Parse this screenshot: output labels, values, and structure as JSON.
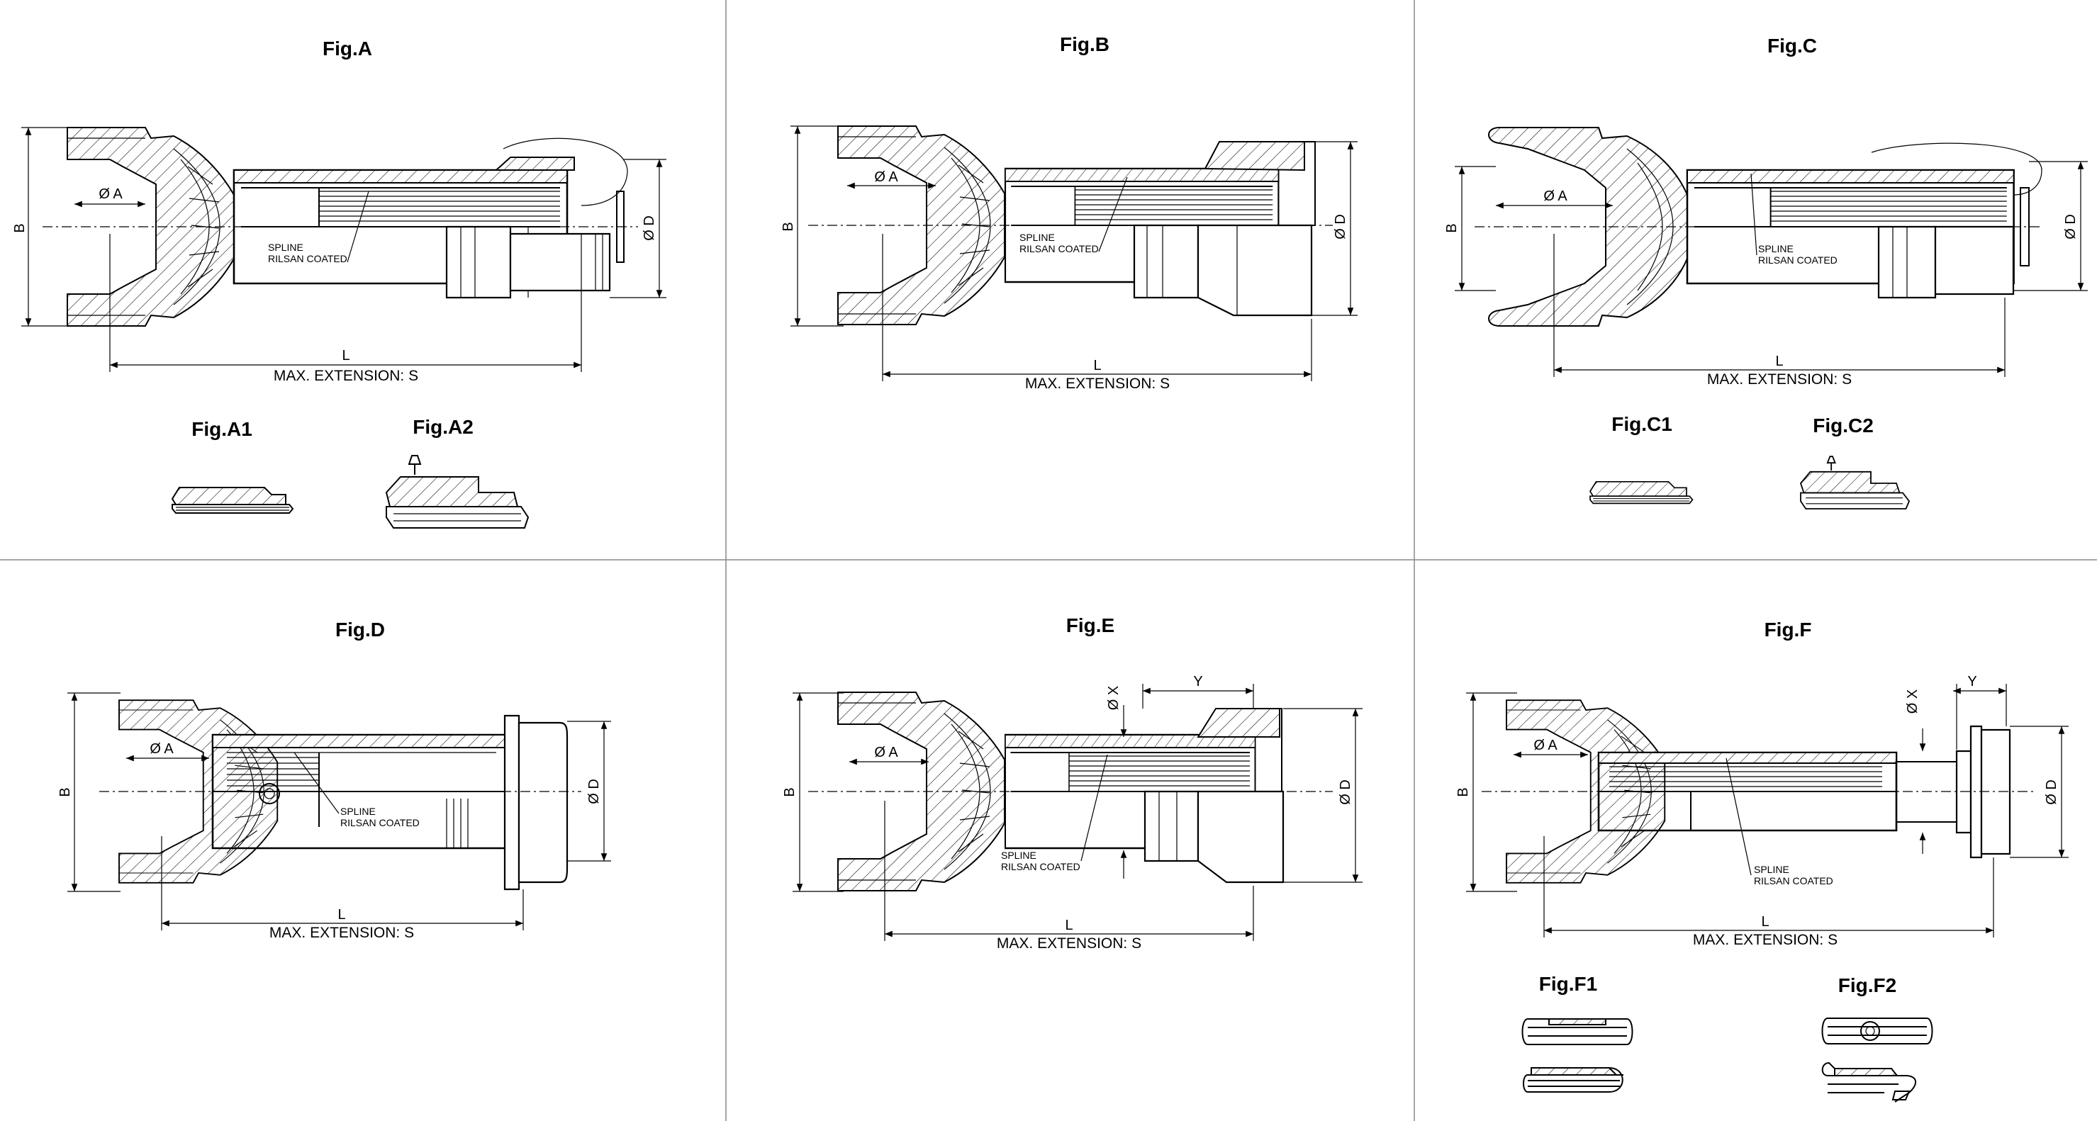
{
  "figures": {
    "A": {
      "title": "Fig.A",
      "dim_a": "Ø A",
      "dim_b": "B",
      "dim_d": "Ø D",
      "dim_l": "L",
      "extension": "MAX. EXTENSION: S",
      "spline_1": "SPLINE",
      "spline_2": "RILSAN COATED"
    },
    "B": {
      "title": "Fig.B",
      "dim_a": "Ø A",
      "dim_b": "B",
      "dim_d": "Ø D",
      "dim_l": "L",
      "extension": "MAX. EXTENSION: S",
      "spline_1": "SPLINE",
      "spline_2": "RILSAN COATED"
    },
    "C": {
      "title": "Fig.C",
      "dim_a": "Ø A",
      "dim_b": "B",
      "dim_d": "Ø D",
      "dim_l": "L",
      "extension": "MAX. EXTENSION: S",
      "spline_1": "SPLINE",
      "spline_2": "RILSAN COATED"
    },
    "D": {
      "title": "Fig.D",
      "dim_a": "Ø A",
      "dim_b": "B",
      "dim_d": "Ø D",
      "dim_l": "L",
      "extension": "MAX. EXTENSION: S",
      "spline_1": "SPLINE",
      "spline_2": "RILSAN COATED"
    },
    "E": {
      "title": "Fig.E",
      "dim_a": "Ø A",
      "dim_b": "B",
      "dim_d": "Ø D",
      "dim_x": "Ø X",
      "dim_y": "Y",
      "dim_l": "L",
      "extension": "MAX. EXTENSION: S",
      "spline_1": "SPLINE",
      "spline_2": "RILSAN COATED"
    },
    "F": {
      "title": "Fig.F",
      "dim_a": "Ø A",
      "dim_b": "B",
      "dim_d": "Ø D",
      "dim_x": "Ø X",
      "dim_y": "Y",
      "dim_l": "L",
      "extension": "MAX. EXTENSION: S",
      "spline_1": "SPLINE",
      "spline_2": "RILSAN COATED"
    }
  },
  "subfigures": {
    "A1": "Fig.A1",
    "A2": "Fig.A2",
    "C1": "Fig.C1",
    "C2": "Fig.C2",
    "F1": "Fig.F1",
    "F2": "Fig.F2"
  },
  "colors": {
    "line": "#000000",
    "background": "#ffffff",
    "grid": "#888888"
  }
}
